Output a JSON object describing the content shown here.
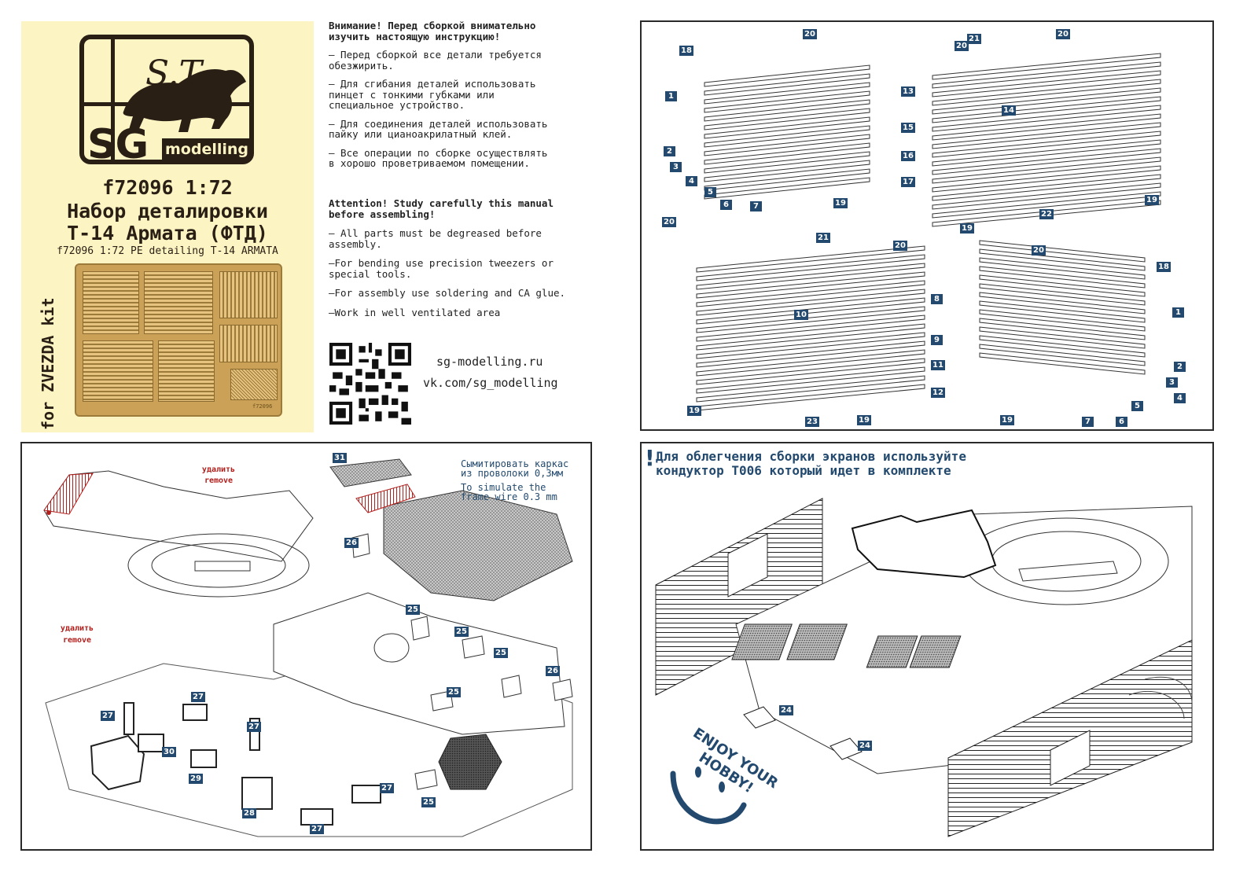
{
  "brand": {
    "logo_initials": "S.T.",
    "logo_sg": "SG",
    "logo_modelling": "modelling"
  },
  "kit": {
    "code_scale": "f72096 1:72",
    "title_ru_line1": "Набор деталировки",
    "title_ru_line2": "Т-14 Армата (ФТД)",
    "subtitle_en": "f72096 1:72 PE detailing T-14 ARMATA",
    "for_kit": "for ZVEZDA kit",
    "fret_code": "f72096"
  },
  "instructions_ru": {
    "heading": "Внимание! Перед сборкой внимательно\nизучить настоящую инструкцию!",
    "items": [
      "– Перед сборкой все детали требуется\nобезжирить.",
      "– Для сгибания деталей использовать\nпинцет с тонкими губками или\nспециальное устройство.",
      "– Для соединения деталей использовать\nпайку или цианоакрилатный клей.",
      "– Все операции по сборке осуществлять\nв хорошо проветриваемом помещении."
    ]
  },
  "instructions_en": {
    "heading": "Attention! Study carefully this manual\nbefore assembling!",
    "items": [
      "– All parts must be degreased before\nassembly.",
      "–For bending use precision tweezers or\nspecial tools.",
      "–For assembly use soldering and CA glue.",
      "–Work in well ventilated area"
    ]
  },
  "links": {
    "site": "sg-modelling.ru",
    "vk": "vk.com/sg_modelling"
  },
  "screens_panel": {
    "callouts_top_left": [
      "18",
      "20",
      "1",
      "2",
      "3",
      "4",
      "5",
      "6",
      "7",
      "19"
    ],
    "callouts_top_right": [
      "20",
      "21",
      "20",
      "13",
      "14",
      "15",
      "16",
      "17",
      "19",
      "22",
      "19"
    ],
    "callouts_bottom_left": [
      "20",
      "21",
      "20",
      "8",
      "10",
      "9",
      "11",
      "12",
      "19",
      "23",
      "19"
    ],
    "callouts_bottom_right": [
      "20",
      "18",
      "1",
      "2",
      "3",
      "4",
      "5",
      "6",
      "7",
      "19"
    ]
  },
  "hull_panel": {
    "remove_ru": "удалить",
    "remove_en": "remove",
    "simulate_ru": "Сымитировать каркас\nиз проволоки 0,3мм",
    "simulate_en": "To simulate the\nframe wire 0.3 mm",
    "callouts": [
      "31",
      "26",
      "25",
      "25",
      "25",
      "26",
      "25",
      "25",
      "27",
      "27",
      "27",
      "30",
      "29",
      "28",
      "27",
      "27"
    ]
  },
  "assembly_panel": {
    "note_ru": "Для облегчения сборки экранов используйте\nкондуктор Т006 который идет в комплекте",
    "callouts": [
      "24",
      "24"
    ],
    "enjoy": "ENJOY YOUR\nHOBBY!"
  },
  "colors": {
    "panel_yellow": "#fdf4c3",
    "brand_dark": "#2a1f15",
    "callout_blue": "#234a6e",
    "remove_red": "#b0201d",
    "fret_brass": "#caa157"
  }
}
